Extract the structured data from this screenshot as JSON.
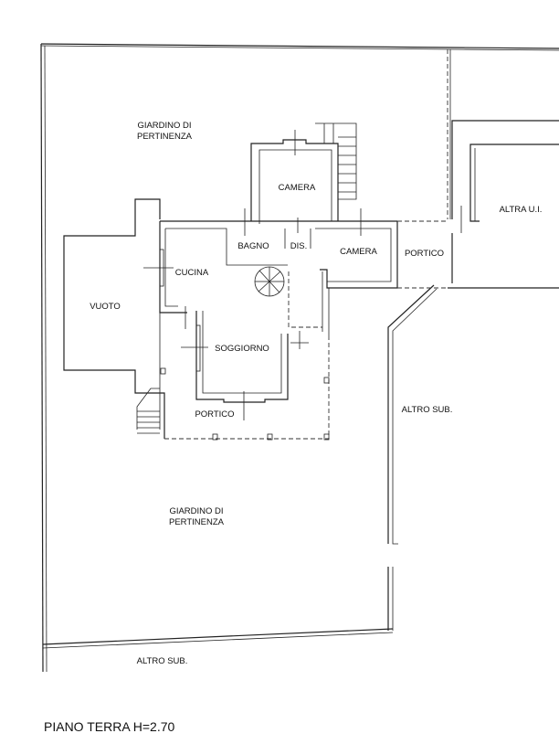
{
  "plan": {
    "title": "PIANO TERRA H=2.70",
    "labels": {
      "garden_top": "GIARDINO DI\nPERTINENZA",
      "camera_top": "CAMERA",
      "bagno": "BAGNO",
      "dis": "DIS.",
      "camera_right": "CAMERA",
      "portico_right": "PORTICO",
      "altra_ui": "ALTRA U.I.",
      "cucina": "CUCINA",
      "vuoto": "VUOTO",
      "soggiorno": "SOGGIORNO",
      "portico_bottom": "PORTICO",
      "altro_sub_right": "ALTRO SUB.",
      "garden_bottom": "GIARDINO DI\nPERTINENZA",
      "altro_sub_bottom": "ALTRO SUB."
    }
  }
}
